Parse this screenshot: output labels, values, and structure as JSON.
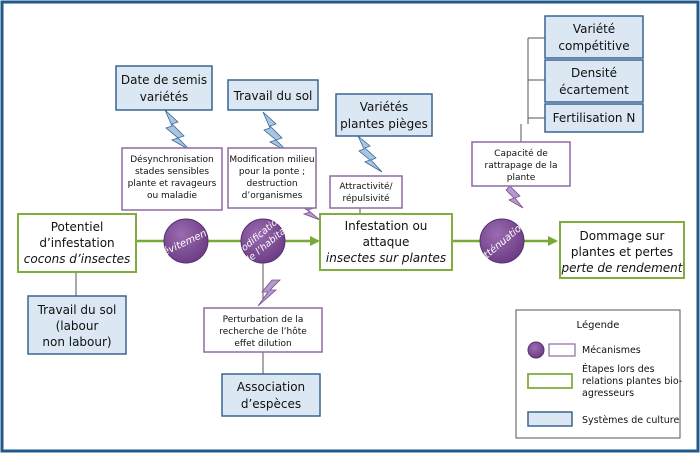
{
  "stages": {
    "potentiel": {
      "line1": "Potentiel",
      "line2": "d’infestation",
      "line3": "cocons d’insectes"
    },
    "infestation": {
      "line1": "Infestation ou",
      "line2": "attaque",
      "line3": "insectes sur plantes"
    },
    "dommage": {
      "line1": "Dommage sur",
      "line2": "plantes et pertes",
      "line3": "perte de rendement"
    }
  },
  "mechanisms": {
    "evitement": "évitement",
    "habitat": {
      "line1": "Modification",
      "line2": "de l’habitat"
    },
    "attenuation": "atténuation"
  },
  "mechanism_boxes": {
    "desynchro": {
      "line1": "Désynchronisation",
      "line2": "stades sensibles",
      "line3": "plante et ravageurs",
      "line4": "ou maladie"
    },
    "modif_milieu": {
      "line1": "Modification milieu",
      "line2": "pour la ponte ;",
      "line3": "destruction",
      "line4": "d’organismes"
    },
    "attractivite": {
      "line1": "Attractivité/",
      "line2": "répulsivité"
    },
    "capacite": {
      "line1": "Capacité de",
      "line2": "rattrapage de la",
      "line3": "plante"
    },
    "perturbation": {
      "line1": "Perturbation de la",
      "line2": "recherche de l’hôte",
      "line3": "effet dilution"
    }
  },
  "systems": {
    "date_semis": {
      "line1": "Date de semis",
      "line2": "variétés"
    },
    "travail_sol_top": "Travail du sol",
    "varietes_pieges": {
      "line1": "Variétés",
      "line2": "plantes pièges"
    },
    "variete_competitive": {
      "line1": "Variété",
      "line2": "compétitive"
    },
    "densite": {
      "line1": "Densité",
      "line2": "écartement"
    },
    "fertilisation": "Fertilisation N",
    "travail_sol_bottom": {
      "line1": "Travail du sol",
      "line2": "(labour",
      "line3": "non labour)"
    },
    "association": {
      "line1": "Association",
      "line2": "d’espèces"
    }
  },
  "legend": {
    "title": "Légende",
    "mecanismes": "Mécanismes",
    "etapes": {
      "line1": "Étapes lors des",
      "line2": "relations plantes bio-",
      "line3": "agresseurs"
    },
    "systemes": "Systèmes de culture"
  },
  "colors": {
    "border": "#1f5a8a",
    "system_fill": "#dbe7f3",
    "system_stroke": "#3a6591",
    "stage_stroke": "#7fae3e",
    "mech_fill": "#7d4b93",
    "mech_stroke": "#8f6aa3",
    "arrow_green": "#79a83a",
    "lightning_blue": "#a7c6e3",
    "lightning_purple": "#b49ac9"
  }
}
